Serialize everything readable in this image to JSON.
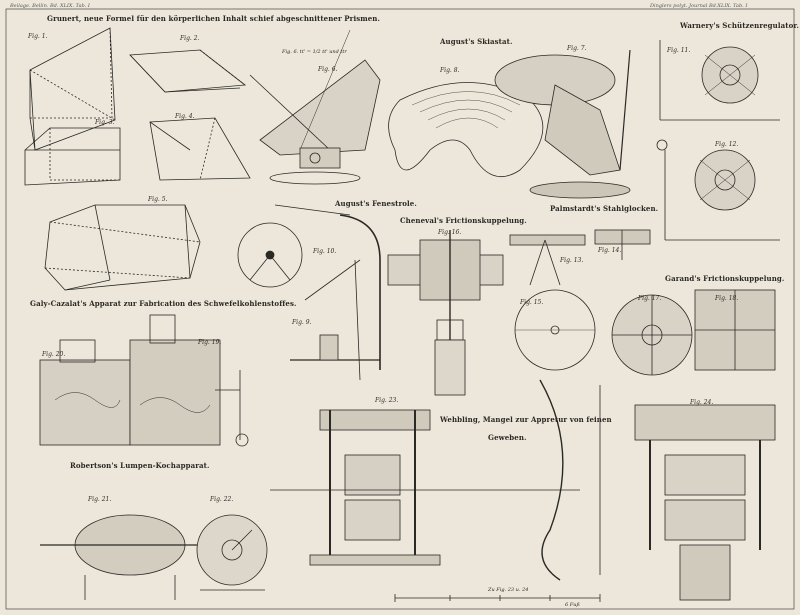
{
  "header": {
    "left": "Beilage. Bellin. Bd. XLIX. Tab. I",
    "right": "Dinglers polyt. Journal Bd.XLIX. Tab. I"
  },
  "titles": {
    "grunert": "Grunert, neue Formel für den körperlichen Inhalt schief abgeschnittener Prismen.",
    "august_skiastat": "August's Skiastat.",
    "warnery": "Warnery's Schützenregulator.",
    "august_fenestrole": "August's Fenestrole.",
    "cheneval": "Cheneval's Frictionskuppelung.",
    "palmstardt": "Palmstardt's Stahlglocken.",
    "garand": "Garand's Frictionskuppelung.",
    "galy": "Galy-Cazalat's Apparat zur Fabrication des Schwefelkohlenstoffes.",
    "robertson": "Robertson's Lumpen-Kochapparat.",
    "wehbling": "Wehbling, Mangel zur Appretur von feinen",
    "wehbling2": "Geweben."
  },
  "figures": {
    "f1": "Fig. 1.",
    "f2": "Fig. 2.",
    "f3": "Fig. 3.",
    "f4": "Fig. 4.",
    "f5": "Fig. 5.",
    "f6": "Fig. 6.",
    "f7": "Fig. 7.",
    "f8": "Fig. 8.",
    "f9": "Fig. 9.",
    "f10": "Fig. 10.",
    "f11": "Fig. 11.",
    "f12": "Fig. 12.",
    "f13": "Fig. 13.",
    "f14": "Fig. 14.",
    "f15": "Fig. 15.",
    "f16": "Fig. 16.",
    "f17": "Fig. 17.",
    "f18": "Fig. 18.",
    "f19": "Fig. 19.",
    "f20": "Fig. 20.",
    "f21": "Fig. 21.",
    "f22": "Fig. 22.",
    "f23": "Fig. 23.",
    "f24": "Fig. 24."
  },
  "equation": "Fig. 6. tt' = 1/2 tt' und ttr",
  "scale_label": "Zu Fig. 23 u. 24",
  "scale_feet": "6 Fuß"
}
